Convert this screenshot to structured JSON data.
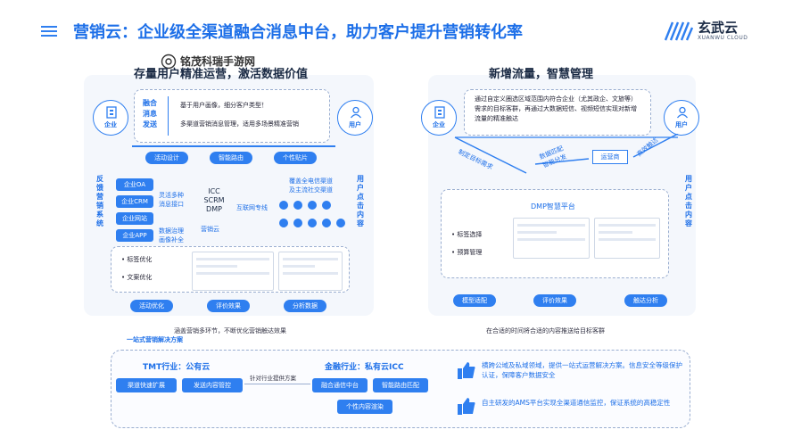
{
  "header": {
    "title": "营销云：企业级全渠道融合消息中台，助力客户提升营销转化率",
    "brand_cn": "玄武云",
    "brand_en": "XUANWU CLOUD"
  },
  "watermark": "铭茂科瑞手游网",
  "left_panel": {
    "title": "存量用户精准运营，激活数据价值",
    "enterprise": "企业",
    "user": "用户",
    "fusion_label": "融合\n消息\n发送",
    "fusion_lines": [
      "基于用户画像，细分客户类型！",
      "多渠道营销消息管理，适用多场景精准营销"
    ],
    "top_pills": [
      "活动设计",
      "智能路由",
      "个性贴片"
    ],
    "left_vertical": "反馈营销系统",
    "right_vertical": "用户点击内容",
    "sources": [
      "企业OA",
      "企业CRM",
      "企业网站",
      "企业APP"
    ],
    "mid_text1": "灵活多种\n消息接口",
    "mid_text2": "数据治理\n画像补全",
    "platform_lines": [
      "ICC",
      "SCRM",
      "DMP"
    ],
    "platform_name": "营销云",
    "internet": "互联网专线",
    "cover_text": "覆盖全电信渠道\n及主流社交渠道",
    "opt_items": [
      "标签优化",
      "文案优化"
    ],
    "bottom_pills": [
      "活动优化",
      "评价效果",
      "分析数据"
    ],
    "footer": "涵盖营销多环节，不断优化营销触达效果"
  },
  "right_panel": {
    "title": "新增流量，智慧管理",
    "enterprise": "企业",
    "user": "用户",
    "desc": "通过自定义圈选区域范围内符合企业（尤其政企、文旅等）需求的目标客群，再通过大数据短信、视频短信实现对新增流量的精准触达",
    "diag1": "制定目标需求",
    "diag2": "数据匹配\n智能分发",
    "box": "运营商",
    "diag3": "高效触达",
    "dmp_title": "DMP智慧平台",
    "opt_items": [
      "标签选择",
      "预算管理"
    ],
    "right_vertical": "用户点击内容",
    "bottom_pills": [
      "模型适配",
      "评价效果",
      "触达分析"
    ],
    "footer": "在合适的时间将合适的内容推送给目标客群"
  },
  "solution": {
    "label": "一站式营销解决方案",
    "tmt_title": "TMT行业：公有云",
    "tmt_pills": [
      "渠道快速扩展",
      "发送内容管控"
    ],
    "connector": "针对行业提供方案",
    "fin_title": "金融行业：私有云ICC",
    "fin_pills": [
      "融合通信中台",
      "智能路由匹配",
      "个性内容渲染"
    ],
    "point1": "横跨公域及私域领域，提供一站式运营解决方案。信息安全等级保护认证，保障客户数据安全",
    "point2": "自主研发的AMS平台实现全渠道通信监控，保证系统的高稳定性"
  },
  "colors": {
    "accent": "#1d6fe8",
    "pill": "#2f7ff0",
    "title": "#1a2a44"
  }
}
